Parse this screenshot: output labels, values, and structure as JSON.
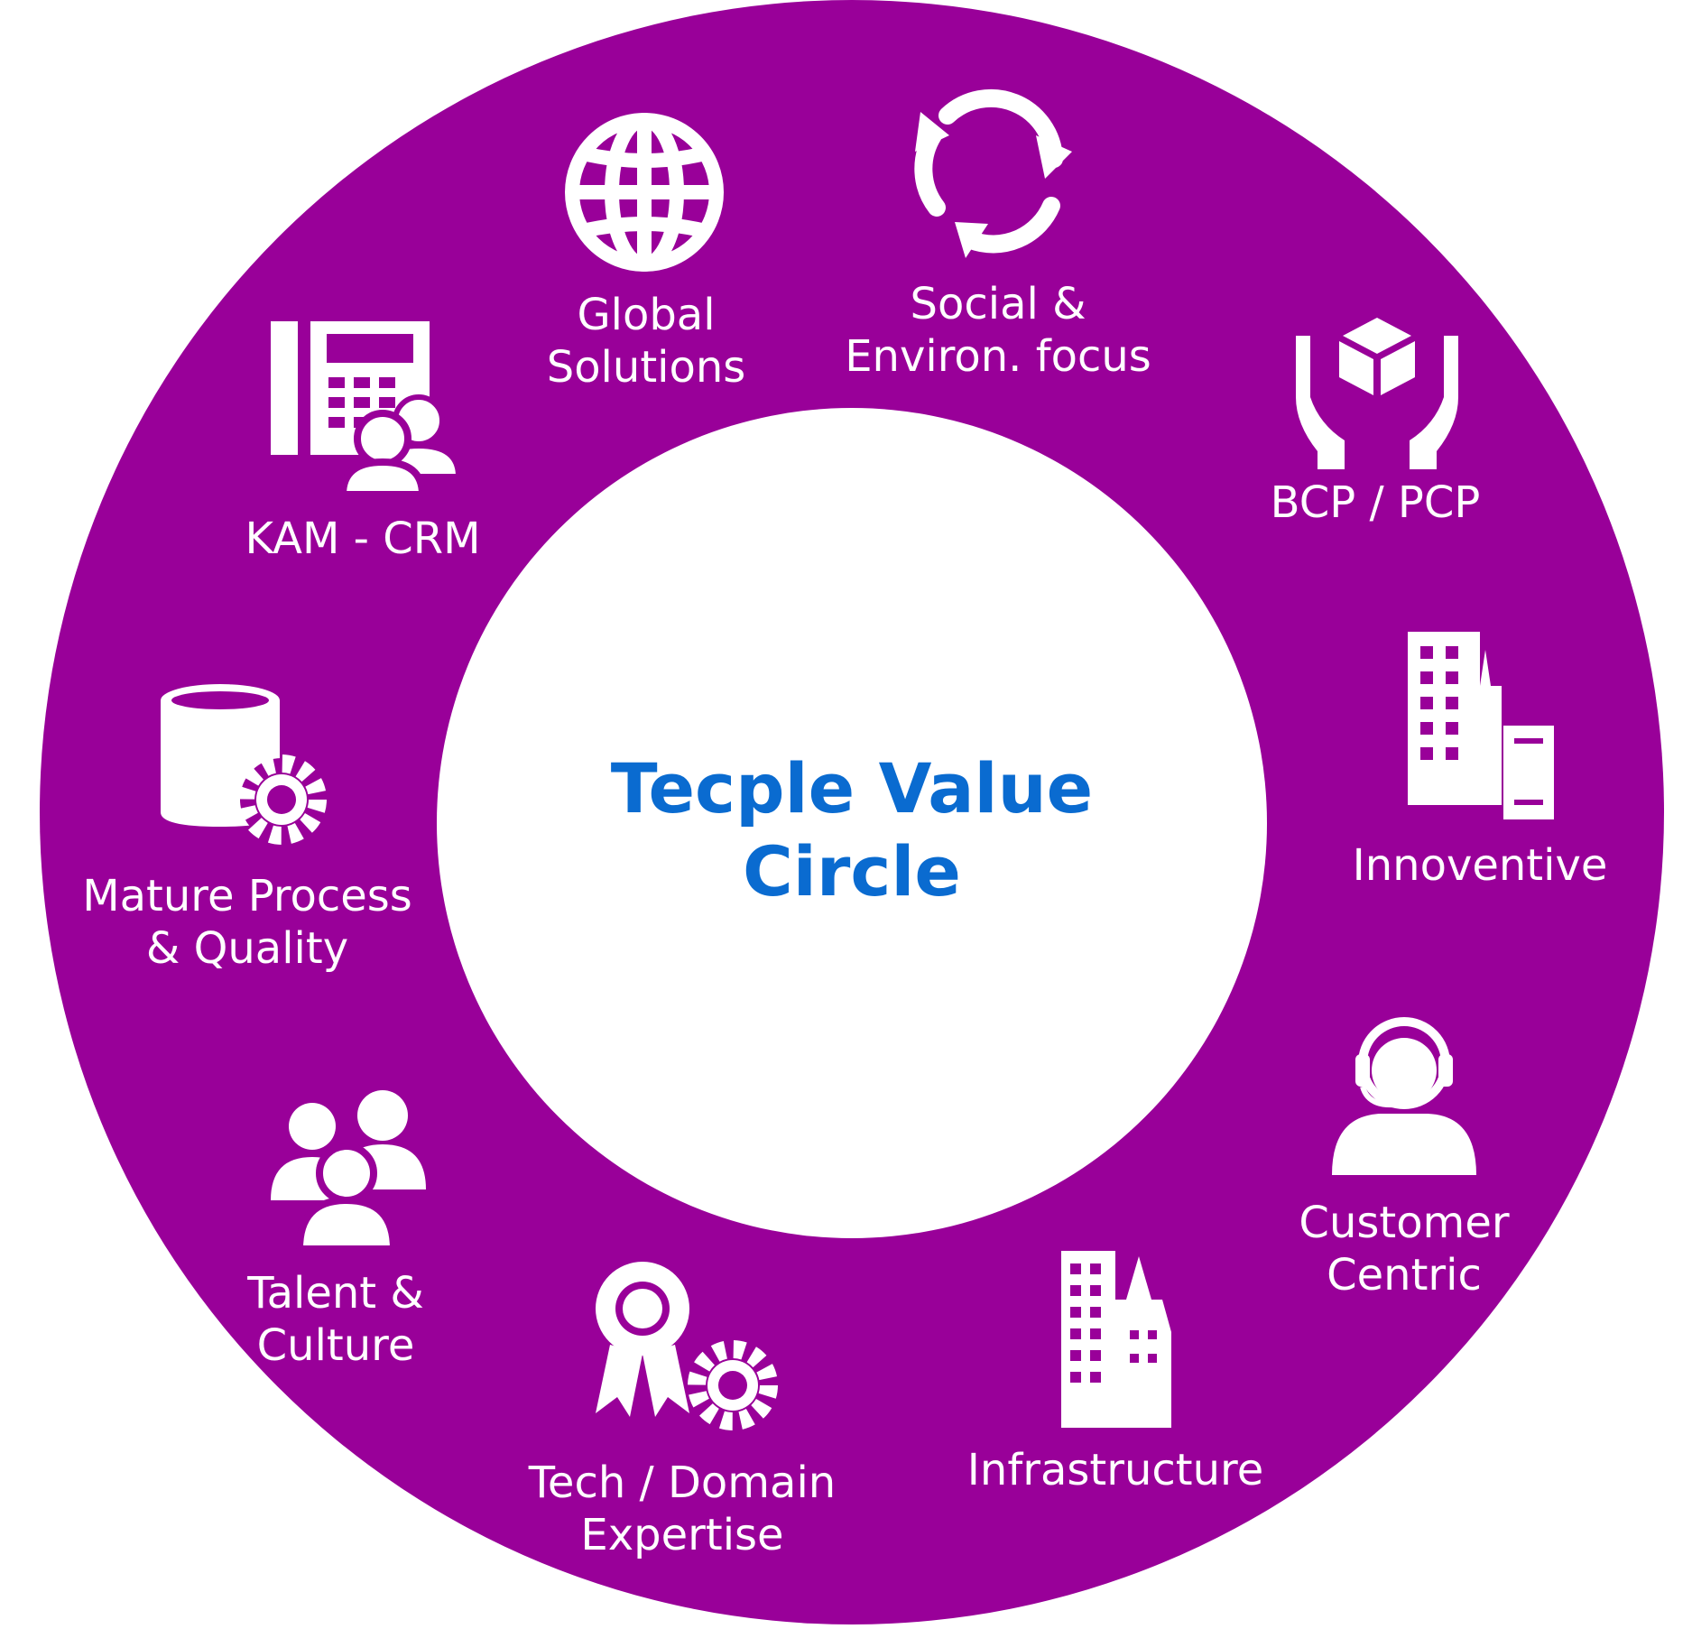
{
  "center_title": "Tecple Value\nCircle",
  "colors": {
    "ring": "#990099",
    "center": "#ffffff",
    "title": "#0a6bd0",
    "label": "#ffffff"
  },
  "segments": [
    {
      "label": "Global\nSolutions",
      "icon": "globe-icon"
    },
    {
      "label": "Social &\nEnviron. focus",
      "icon": "recycle-icon"
    },
    {
      "label": "BCP / PCP",
      "icon": "hands-box-icon"
    },
    {
      "label": "Innoventive",
      "icon": "city-buildings-icon"
    },
    {
      "label": "Customer\nCentric",
      "icon": "headset-agent-icon"
    },
    {
      "label": "Infrastructure",
      "icon": "skyscraper-icon"
    },
    {
      "label": "Tech / Domain\nExpertise",
      "icon": "award-gear-icon"
    },
    {
      "label": "Talent &\nCulture",
      "icon": "people-group-icon"
    },
    {
      "label": "Mature Process\n& Quality",
      "icon": "database-gear-icon"
    },
    {
      "label": "KAM - CRM",
      "icon": "phone-users-icon"
    }
  ]
}
